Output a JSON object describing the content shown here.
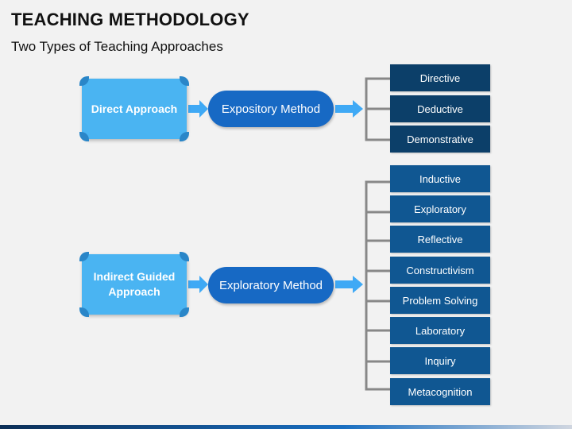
{
  "title": "TEACHING METHODOLOGY",
  "subtitle": "Two Types of Teaching Approaches",
  "colors": {
    "approach": "#4ab4f2",
    "approach_corner": "#2a86c8",
    "method": "#1769c4",
    "arrow": "#3fa9f5",
    "direct_items": "#0c3f69",
    "indirect_items": "#105792",
    "bracket": "#888888"
  },
  "direct": {
    "approach": "Direct Approach",
    "method": "Expository Method",
    "items": [
      "Directive",
      "Deductive",
      "Demonstrative"
    ]
  },
  "indirect": {
    "approach_line1": "Indirect Guided",
    "approach_line2": "Approach",
    "method": "Exploratory Method",
    "items": [
      "Inductive",
      "Exploratory",
      "Reflective",
      "Constructivism",
      "Problem Solving",
      "Laboratory",
      "Inquiry",
      "Metacognition"
    ]
  }
}
